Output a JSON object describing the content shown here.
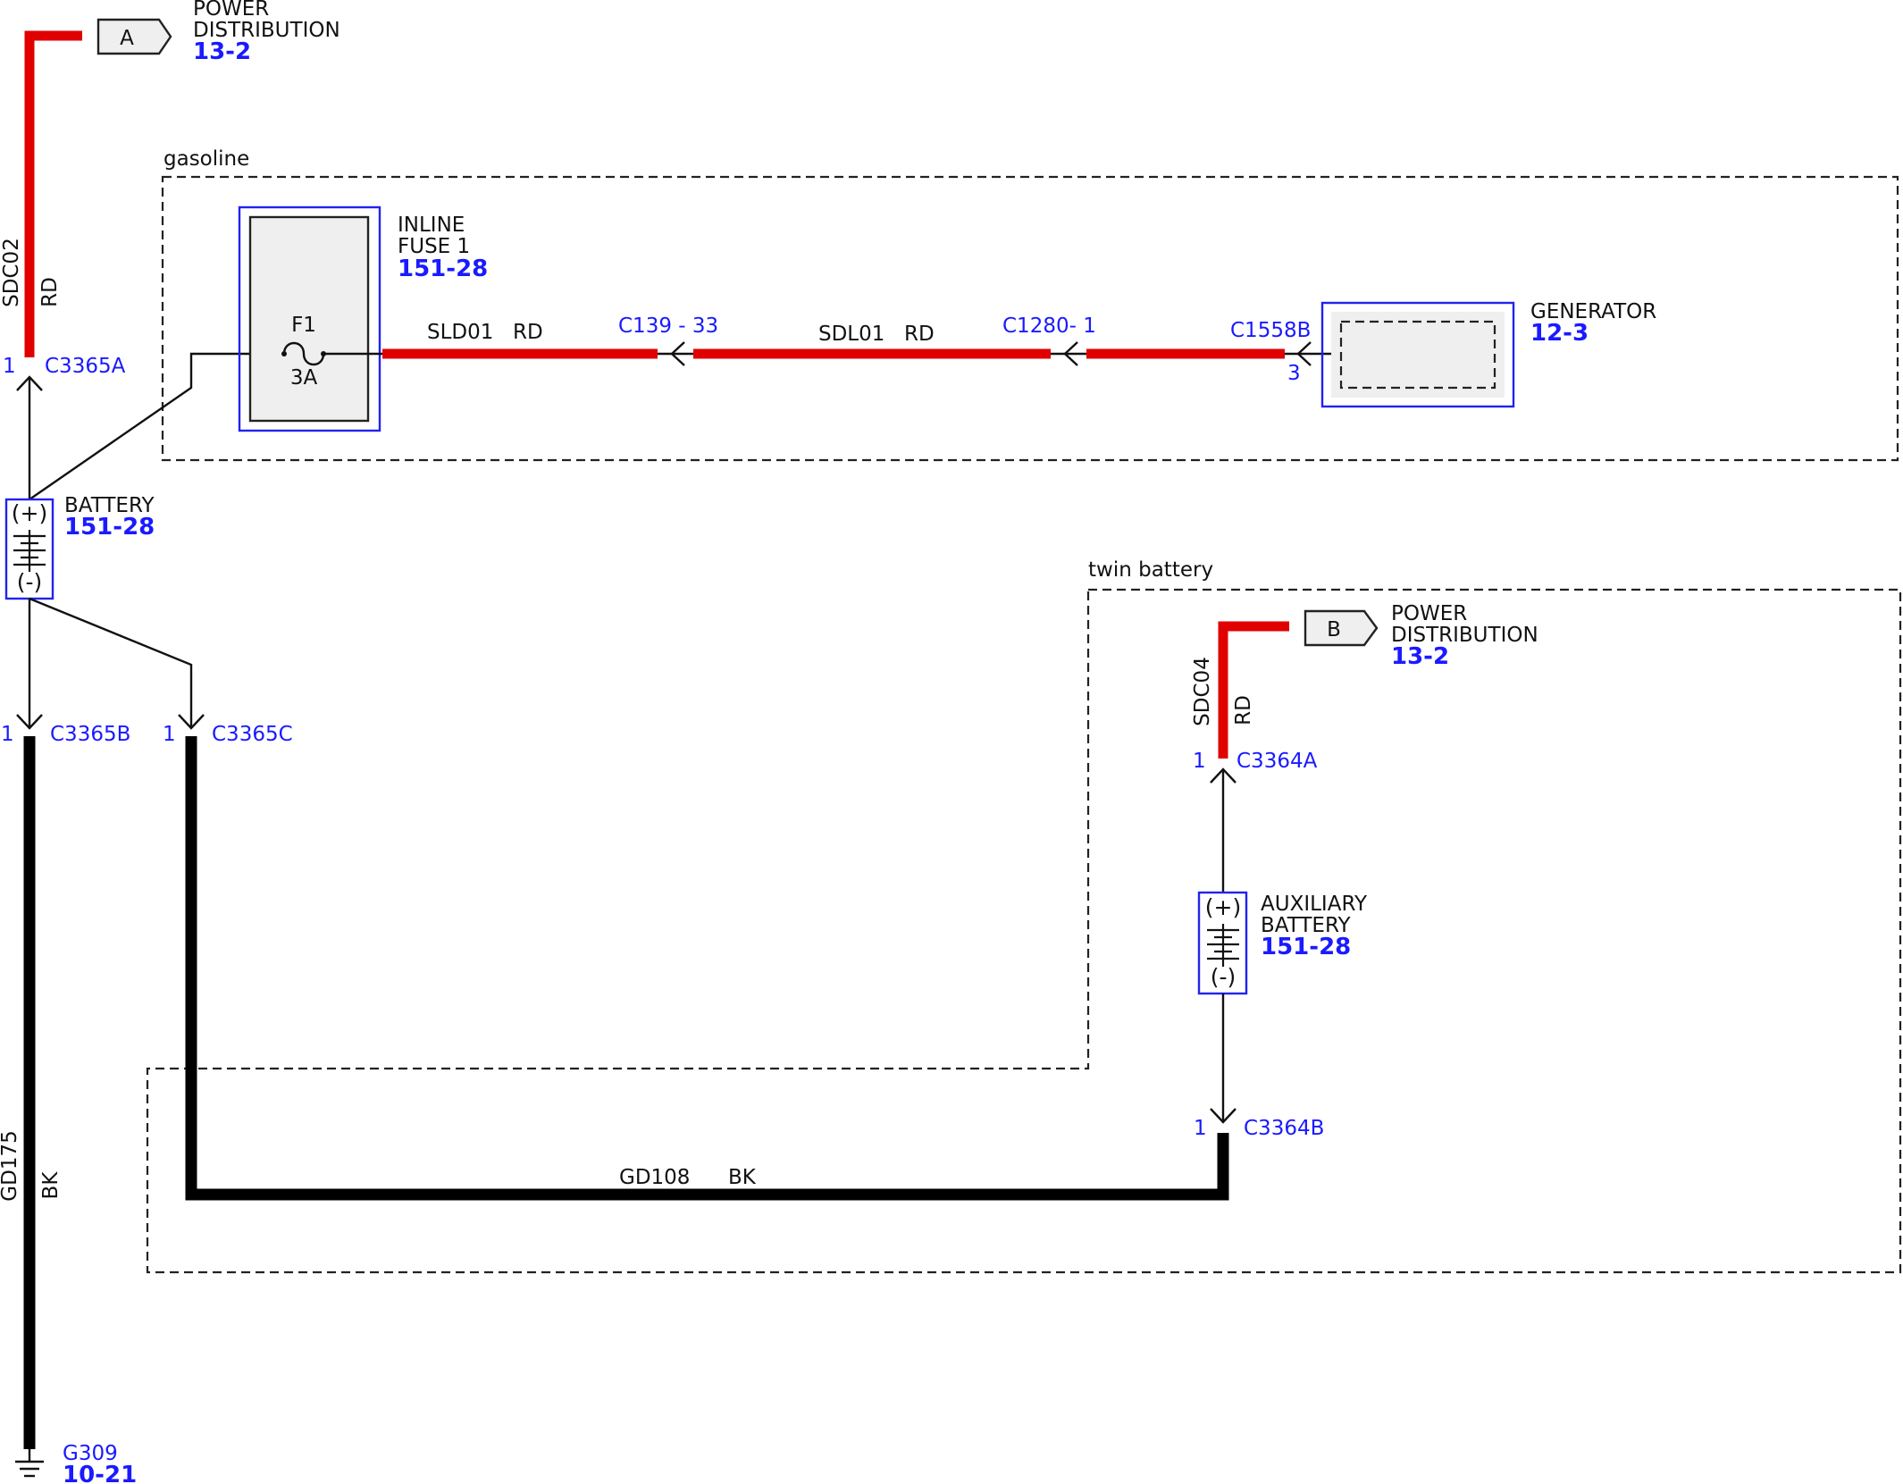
{
  "zones": {
    "gasoline": "gasoline",
    "twin_battery": "twin battery"
  },
  "connector_a": {
    "letter": "A",
    "label_line1": "POWER",
    "label_line2": "DISTRIBUTION",
    "ref": "13-2",
    "circuit": "SDC02",
    "color": "RD",
    "pin": "1",
    "connector": "C3365A"
  },
  "connector_b": {
    "letter": "B",
    "label_line1": "POWER",
    "label_line2": "DISTRIBUTION",
    "ref": "13-2",
    "circuit": "SDC04",
    "color": "RD",
    "pin": "1",
    "connector": "C3364A"
  },
  "inline_fuse": {
    "label_line1": "INLINE",
    "label_line2": "FUSE 1",
    "ref": "151-28",
    "fuse_id": "F1",
    "rating": "3A"
  },
  "wire_sld01": {
    "circuit": "SLD01",
    "color": "RD"
  },
  "wire_sdl01": {
    "circuit": "SDL01",
    "color": "RD"
  },
  "conn_c139": "C139 - 33",
  "conn_c1280": "C1280- 1",
  "conn_c1558b": {
    "name": "C1558B",
    "pin": "3"
  },
  "generator": {
    "label": "GENERATOR",
    "ref": "12-3"
  },
  "battery": {
    "label": "BATTERY",
    "ref": "151-28",
    "plus": "(+)",
    "minus": "(-)"
  },
  "conn_c3365b": {
    "pin": "1",
    "name": "C3365B"
  },
  "conn_c3365c": {
    "pin": "1",
    "name": "C3365C"
  },
  "aux_battery": {
    "label_line1": "AUXILIARY",
    "label_line2": "BATTERY",
    "ref": "151-28",
    "plus": "(+)",
    "minus": "(-)"
  },
  "conn_c3364b": {
    "pin": "1",
    "name": "C3364B"
  },
  "wire_gd108": {
    "circuit": "GD108",
    "color": "BK"
  },
  "wire_gd175": {
    "circuit": "GD175",
    "color": "BK"
  },
  "ground": {
    "name": "G309",
    "ref": "10-21"
  },
  "colors": {
    "red_wire": "#e00000",
    "black_wire": "#000000",
    "link_blue": "#1a1aff",
    "component_fill": "#efefef"
  }
}
